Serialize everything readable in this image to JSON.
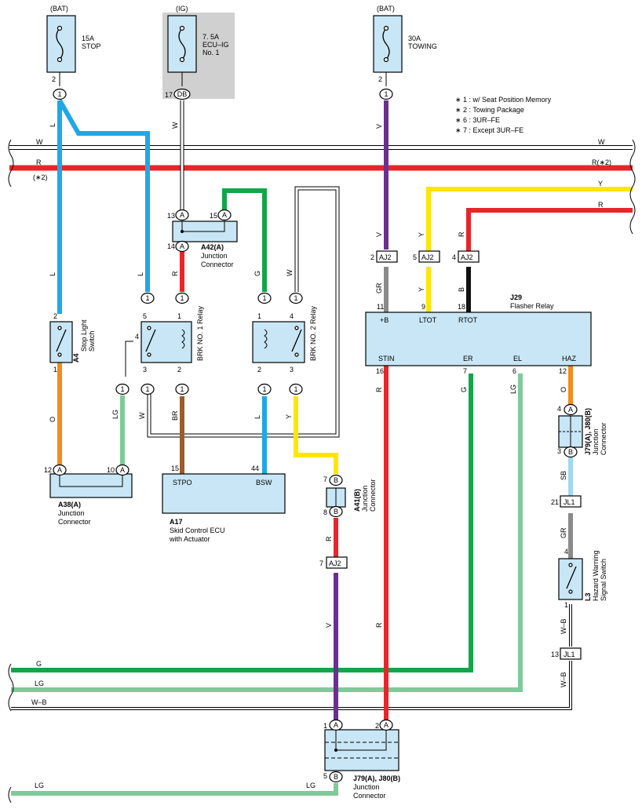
{
  "colors": {
    "L": "#1ea8e6",
    "R": "#e8252a",
    "W": "#ffffff",
    "G": "#12a64a",
    "LG": "#80c99a",
    "V": "#6b2f8f",
    "Y": "#ffe600",
    "O": "#f28c1c",
    "BR": "#9c5a2f",
    "GR": "#8a8a8a",
    "B": "#111111",
    "SB": "#9fd8f2",
    "WB": "#ffffff",
    "box": "#c8e6f5",
    "ig_bg": "#d0d0d0"
  },
  "notes": [
    "∗ 1 : w/ Seat Position Memory",
    "∗ 2 : Towing Package",
    "∗ 6 : 3UR–FE",
    "∗ 7 : Except 3UR–FE"
  ],
  "fuses": {
    "stop": {
      "source": "(BAT)",
      "name": "15A\nSTOP",
      "line1": "15A",
      "line2": "STOP",
      "pin": "2",
      "conn": "1"
    },
    "ecu_ig": {
      "source": "(IG)",
      "line1": "7. 5A",
      "line2": "ECU–IG",
      "line3": "No. 1",
      "pin": "17",
      "conn": "DB"
    },
    "towing": {
      "source": "(BAT)",
      "line1": "30A",
      "line2": "TOWING",
      "pin": "2",
      "conn": "1"
    }
  },
  "buses": {
    "w_left": "W",
    "w_right": "W",
    "r_left": "R",
    "r_left_note": "(∗2)",
    "r_right": "R(∗2)",
    "y_right": "Y",
    "r2_right": "R",
    "g": "G",
    "lg": "LG",
    "wb": "W–B",
    "lg_bottom": "LG",
    "lg_bottom2": "LG"
  },
  "wires": {
    "L1": "L",
    "L2": "L",
    "L3": "L",
    "W_ig": "W",
    "R_a42": "R",
    "G_a42": "G",
    "W_relay2": "W",
    "V_tow": "V",
    "Y_aj2": "Y",
    "R_aj2": "R",
    "GR_aj2": "GR",
    "Y_aj2b": "Y",
    "B_aj2": "B",
    "O_a4": "O",
    "LG_a38": "LG",
    "W_relay1": "W",
    "BR": "BR",
    "L_bsw": "L",
    "Y_relay2": "Y",
    "R_stin": "R",
    "G_er": "G",
    "LG_el": "LG",
    "O_haz": "O",
    "SB": "SB",
    "GR_jl1": "GR",
    "WB_l3": "W–B",
    "WB_l3b": "W–B",
    "R_a41": "R",
    "V_aj2": "V",
    "R_stin2": "R"
  },
  "components": {
    "a42": {
      "code": "A42(A)",
      "name1": "Junction",
      "name2": "Connector",
      "pins": [
        "13",
        "15",
        "14"
      ],
      "conn": "A"
    },
    "a4": {
      "code": "A4",
      "name1": "Stop Light",
      "name2": "Switch",
      "pins": [
        "2",
        "1"
      ]
    },
    "brk1": {
      "name": "BRK NO. 1 Relay",
      "pins": [
        "5",
        "1",
        "4",
        "3",
        "2"
      ]
    },
    "brk2": {
      "name": "BRK NO. 2 Relay",
      "pins": [
        "1",
        "4",
        "2",
        "3"
      ]
    },
    "j29": {
      "code": "J29",
      "name": "Flasher Relay",
      "top_pins": [
        "11",
        "9",
        "18"
      ],
      "top_labels": [
        "+B",
        "LTOT",
        "RTOT"
      ],
      "bottom_pins": [
        "16",
        "7",
        "6",
        "12"
      ],
      "bottom_labels": [
        "STIN",
        "ER",
        "EL",
        "HAZ"
      ]
    },
    "aj2": {
      "label": "AJ2",
      "pins": [
        "2",
        "5",
        "4",
        "7"
      ]
    },
    "a38": {
      "code": "A38(A)",
      "name1": "Junction",
      "name2": "Connector",
      "pins": [
        "12",
        "10"
      ],
      "conn": "A"
    },
    "a17": {
      "code": "A17",
      "name1": "Skid Control ECU",
      "name2": "with Actuator",
      "pins": [
        "15",
        "44"
      ],
      "labels": [
        "STPO",
        "BSW"
      ]
    },
    "a41": {
      "code": "A41(B)",
      "name1": "Junction",
      "name2": "Connector",
      "pins": [
        "7",
        "8"
      ],
      "conn": "B"
    },
    "j79_right": {
      "code": "J79(A), J80(B)",
      "name1": "Junction",
      "name2": "Connector",
      "pins": [
        "4",
        "3"
      ],
      "conn": [
        "A",
        "B"
      ]
    },
    "jl1": {
      "label": "JL1",
      "pins": [
        "21",
        "13"
      ]
    },
    "l3": {
      "code": "L3",
      "name1": "Hazard Warning",
      "name2": "Signal Switch",
      "pins": [
        "4",
        "1"
      ]
    },
    "j79_bottom": {
      "code": "J79(A), J80(B)",
      "name1": "Junction",
      "name2": "Connector",
      "pins": [
        "1",
        "2",
        "5"
      ],
      "conn": [
        "A",
        "A",
        "B"
      ]
    }
  },
  "conn_one": "1",
  "conn_A": "A",
  "conn_B": "B"
}
